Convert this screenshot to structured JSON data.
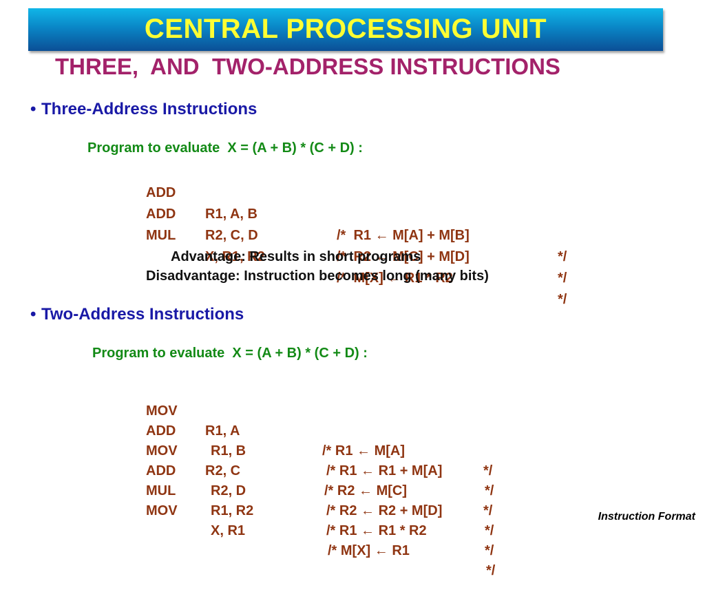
{
  "slide": {
    "title": "CENTRAL  PROCESSING  UNIT",
    "subtitle": "THREE,  AND  TWO-ADDRESS INSTRUCTIONS",
    "footer": "Instruction Format"
  },
  "three_address": {
    "bullet": "•",
    "heading": "Three-Address Instructions",
    "program": "Program to evaluate  X = (A + B) * (C + D) :",
    "code": [
      {
        "op": "ADD",
        "operands": "R1, A, B",
        "comment_open": "/*  R1 ← M[A] + M[B]",
        "comment_close": "*/"
      },
      {
        "op": "ADD",
        "operands": "R2, C, D",
        "comment_open": "/*  R2 ← M[C] + M[D]",
        "comment_close": "*/"
      },
      {
        "op": "MUL",
        "operands": "X, R1, R2",
        "comment_open": "/*  M[X] ← R1 * R2",
        "comment_close": "*/"
      }
    ],
    "advantage": "Advantage: Results in short programs",
    "disadvantage": "Disadvantage: Instruction becomes long (many bits)"
  },
  "two_address": {
    "bullet": "•",
    "heading": "Two-Address Instructions",
    "program": "Program to evaluate  X = (A + B) * (C + D) :",
    "code": [
      {
        "op": "MOV",
        "operands": "R1, A",
        "comment_open": "/* R1 ← M[A]",
        "comment_close": "*/"
      },
      {
        "op": "ADD",
        "operands": "R1, B",
        "comment_open": "/* R1 ← R1 + M[A]",
        "comment_close": "*/"
      },
      {
        "op": "MOV",
        "operands": "R2, C",
        "comment_open": "/* R2 ← M[C]",
        "comment_close": "*/"
      },
      {
        "op": "ADD",
        "operands": "R2, D",
        "comment_open": "/* R2 ← R2 + M[D]",
        "comment_close": "*/"
      },
      {
        "op": "MUL",
        "operands": "R1, R2",
        "comment_open": "/* R1 ← R1 * R2",
        "comment_close": "*/"
      },
      {
        "op": "MOV",
        "operands": "X, R1",
        "comment_open": "/* M[X] ← R1",
        "comment_close": "*/"
      }
    ]
  },
  "colors": {
    "title_text": "#ffff33",
    "subtitle": "#a3226a",
    "heading": "#1919a6",
    "program": "#138a16",
    "code": "#8f3512"
  }
}
